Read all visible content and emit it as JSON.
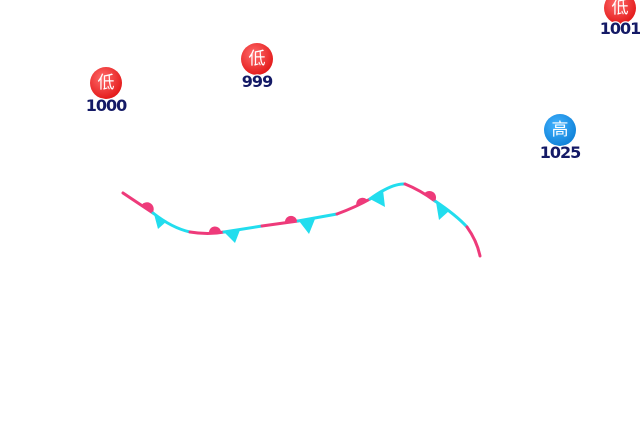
{
  "map": {
    "pressure_centers": [
      {
        "type": "low",
        "symbol": "低",
        "value": "1001",
        "color": "#ee2222"
      },
      {
        "type": "low",
        "symbol": "低",
        "value": "999",
        "color": "#ee2222"
      },
      {
        "type": "low",
        "symbol": "低",
        "value": "1000",
        "color": "#ee2222"
      },
      {
        "type": "high",
        "symbol": "高",
        "value": "1025",
        "color": "#1a8fe0"
      }
    ],
    "front": {
      "type": "stationary",
      "warm_color": "#ee3a7a",
      "cold_color": "#22ddee"
    },
    "label_color": "#141a66"
  }
}
